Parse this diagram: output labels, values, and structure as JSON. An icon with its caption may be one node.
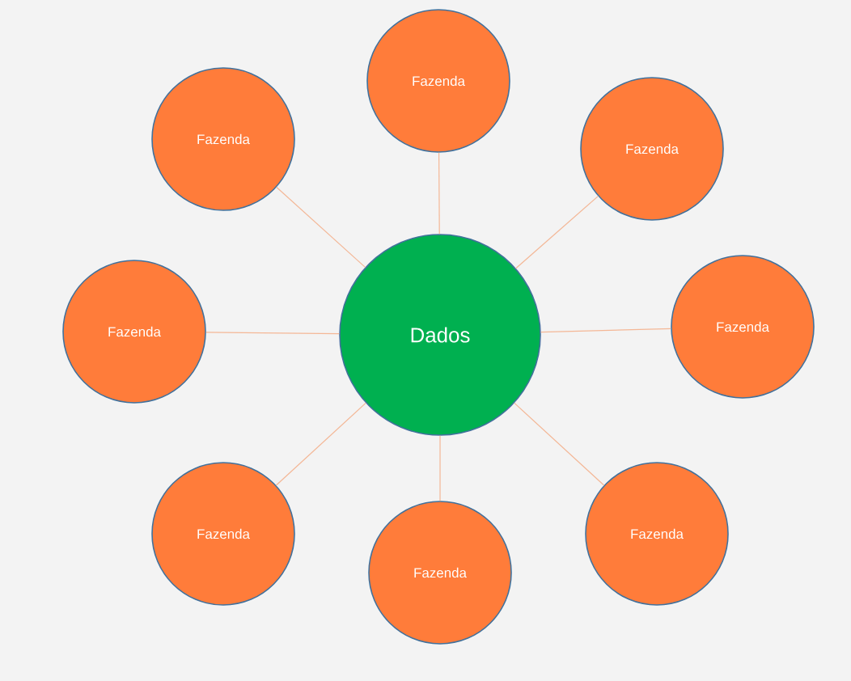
{
  "diagram": {
    "nodes": [
      {
        "text": [
          "Dados"
        ]
      },
      {
        "text": [
          "Fazenda"
        ]
      },
      {
        "text": [
          "Fazenda"
        ]
      },
      {
        "text": [
          "Fazenda"
        ]
      },
      {
        "text": [
          "Fazenda"
        ]
      },
      {
        "text": [
          "Fazenda"
        ]
      },
      {
        "text": [
          "Fazenda"
        ]
      },
      {
        "text": [
          "Fazenda"
        ]
      },
      {
        "text": [
          "Fazenda"
        ]
      }
    ],
    "edges": [
      {
        "from": 0,
        "to": 1,
        "arrow": "none"
      },
      {
        "from": 0,
        "to": 2,
        "arrow": "none"
      },
      {
        "from": 0,
        "to": 3,
        "arrow": "none"
      },
      {
        "from": 0,
        "to": 4,
        "arrow": "none"
      },
      {
        "from": 0,
        "to": 5,
        "arrow": "none"
      },
      {
        "from": 0,
        "to": 6,
        "arrow": "none"
      },
      {
        "from": 0,
        "to": 7,
        "arrow": "none"
      },
      {
        "from": 0,
        "to": 8,
        "arrow": "none"
      }
    ]
  }
}
